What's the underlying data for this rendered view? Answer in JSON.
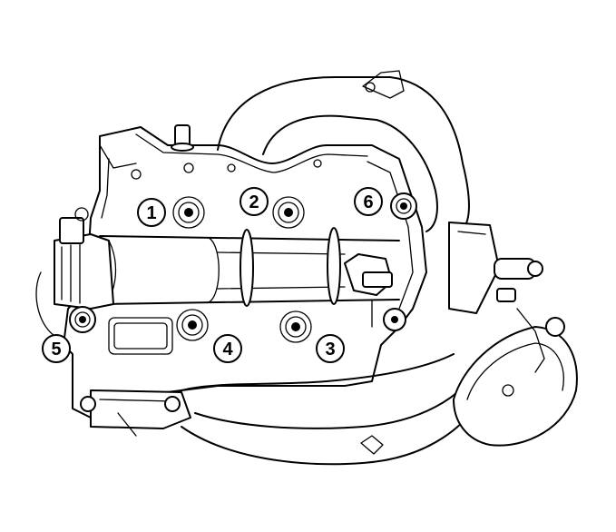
{
  "diagram": {
    "background": "#ffffff",
    "stroke": "#000000",
    "callouts": [
      {
        "id": "1",
        "label": "1"
      },
      {
        "id": "2",
        "label": "2"
      },
      {
        "id": "3",
        "label": "3"
      },
      {
        "id": "4",
        "label": "4"
      },
      {
        "id": "5",
        "label": "5"
      },
      {
        "id": "6",
        "label": "6"
      }
    ]
  }
}
